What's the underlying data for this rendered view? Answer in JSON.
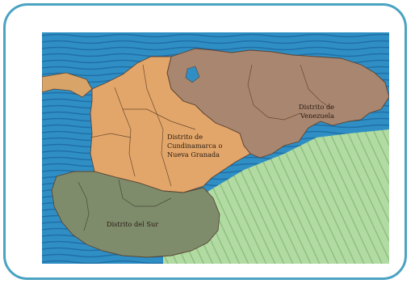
{
  "map": {
    "regions": [
      {
        "id": "cundinamarca",
        "label_lines": [
          "Distrito de",
          "Cundinamarca o",
          "Nueva Granada"
        ],
        "color": "#e3a66a"
      },
      {
        "id": "venezuela",
        "label_lines": [
          "Distrito de",
          "Venezuela"
        ],
        "color": "#a98670"
      },
      {
        "id": "sur",
        "label_lines": [
          "Distrito del Sur"
        ],
        "color": "#7e8c6c"
      }
    ],
    "colors": {
      "frame": "#4aa3c2",
      "ocean": "#2f8fc4",
      "ocean_line": "#1f6fa8",
      "land_other": "#a9d49a",
      "land_other_line": "#8fc07f",
      "borders": "#5a4433"
    }
  }
}
